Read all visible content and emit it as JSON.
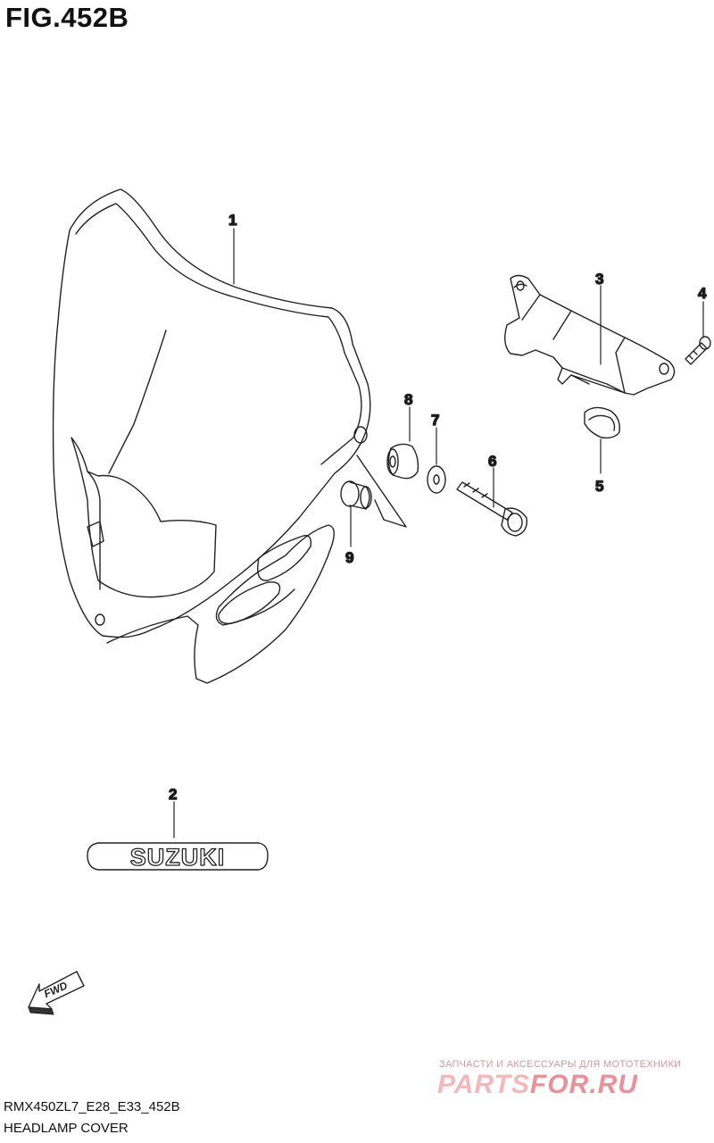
{
  "figure": {
    "title": "FIG.452B",
    "code": "RMX450ZL7_E28_E33_452B",
    "name": "HEADLAMP COVER"
  },
  "callouts": [
    {
      "id": "1",
      "label": "1"
    },
    {
      "id": "2",
      "label": "2"
    },
    {
      "id": "3",
      "label": "3"
    },
    {
      "id": "4",
      "label": "4"
    },
    {
      "id": "5",
      "label": "5"
    },
    {
      "id": "6",
      "label": "6"
    },
    {
      "id": "7",
      "label": "7"
    },
    {
      "id": "8",
      "label": "8"
    },
    {
      "id": "9",
      "label": "9"
    }
  ],
  "emblem": {
    "text": "SUZUKI"
  },
  "fwd_arrow": {
    "text": "FWD",
    "icon": "fwd-arrow-icon"
  },
  "watermark": {
    "caption": "ЗАПЧАСТИ И АКСЕССУАРЫ ДЛЯ МОТОТЕХНИКИ",
    "logo_main": "PARTS",
    "logo_accent": "FOR.RU"
  }
}
